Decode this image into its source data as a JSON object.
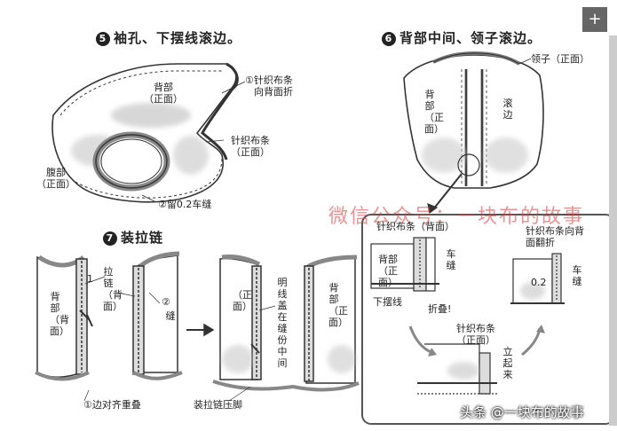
{
  "steps": {
    "s5": {
      "number": "5",
      "title": "袖孔、下摆线滚边。"
    },
    "s6": {
      "number": "6",
      "title": "背部中间、领子滚边。"
    },
    "s7": {
      "number": "7",
      "title": "装拉链"
    }
  },
  "fig5": {
    "back": [
      "背部",
      "（正面）"
    ],
    "belly": [
      "腹部",
      "（正面）"
    ],
    "note1": [
      "①针织布条",
      "向背面折"
    ],
    "knit": [
      "针织布条",
      "（正面）"
    ],
    "note2": "②留0.2车缝"
  },
  "fig6": {
    "collar": "领子（正面）",
    "back_v": "背部（正面）",
    "binding_v": "滚边"
  },
  "detail": {
    "knit_back": "针织布条（背面）",
    "back_front": [
      "背部",
      "（正面）"
    ],
    "sew": "车缝",
    "hem": "下摆线",
    "fold": "折叠!",
    "knit_front": [
      "针织布条",
      "（正面）"
    ],
    "stand": "立起来",
    "fold_back": [
      "针织布条向背",
      "面翻折"
    ],
    "measure": "0.2",
    "sew2": "车缝"
  },
  "fig7": {
    "back_back": "背部（背面）",
    "marker1": "1",
    "zipper": "拉链（背面）",
    "marker2": "②",
    "sew_v": "缝",
    "front_paren": "（正面）",
    "thread": "明线盖在缝份中间",
    "back_front_v": "背部（正面）",
    "note_edge": "①边对齐重叠",
    "note_zip": "装拉链压脚"
  },
  "watermark": "微信公众号：一块布的故事",
  "credit": "头条 @一块布的故事",
  "scroll_button": "+",
  "colors": {
    "line": "#333333",
    "shade": "#c8c8c8",
    "accent": "#d23c3c",
    "box": "#555555"
  }
}
